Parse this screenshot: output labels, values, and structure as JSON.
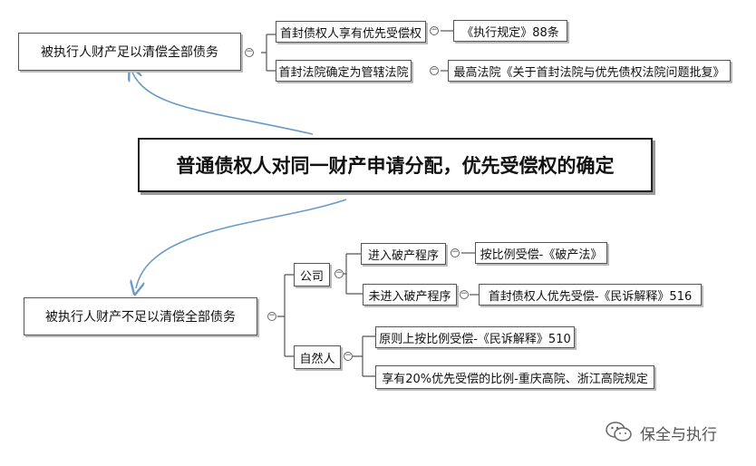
{
  "root": {
    "title": "普通债权人对同一财产申请分配，优先受偿权的确定"
  },
  "branch_sufficient": {
    "label": "被执行人财产足以清偿全部债务",
    "children": [
      {
        "label": "首封债权人享有优先受偿权",
        "basis": "《执行规定》88条"
      },
      {
        "label": "首封法院确定为管辖法院",
        "basis": "最高法院《关于首封法院与优先债权法院问题批复》"
      }
    ]
  },
  "branch_insufficient": {
    "label": "被执行人财产不足以清偿全部债务",
    "company": {
      "label": "公司",
      "children": [
        {
          "label": "进入破产程序",
          "basis": "按比例受偿-《破产法》"
        },
        {
          "label": "未进入破产程序",
          "basis": "首封债权人优先受偿-《民诉解释》516"
        }
      ]
    },
    "person": {
      "label": "自然人",
      "children": [
        {
          "label": "原则上按比例受偿-《民诉解释》510"
        },
        {
          "label": "享有20%优先受偿的比例-重庆高院、浙江高院规定"
        }
      ]
    }
  },
  "watermark": {
    "text": "保全与执行",
    "icon": "wechat-icon"
  },
  "colors": {
    "arrow": "#6a9bc8",
    "line": "#555555",
    "border": "#555555"
  }
}
